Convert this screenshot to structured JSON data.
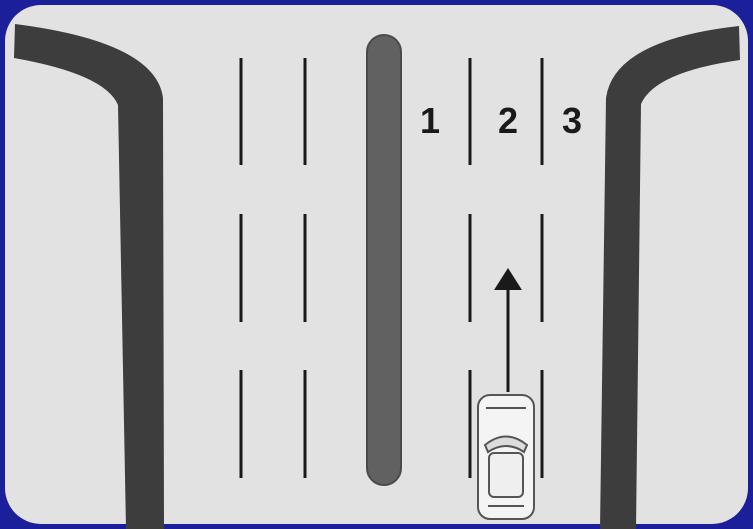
{
  "diagram": {
    "lane_labels": [
      "1",
      "2",
      "3"
    ],
    "colors": {
      "frame": "#1c1f9a",
      "road": "#e2e2e2",
      "curb": "#3d3d3d",
      "median": "#616161",
      "lane_marking": "#1a1a1a",
      "arrow": "#1a1a1a",
      "car_outline": "#555555",
      "car_fill": "#f4f4f4"
    },
    "arrow_direction": "up",
    "vehicle_lane": "2"
  }
}
